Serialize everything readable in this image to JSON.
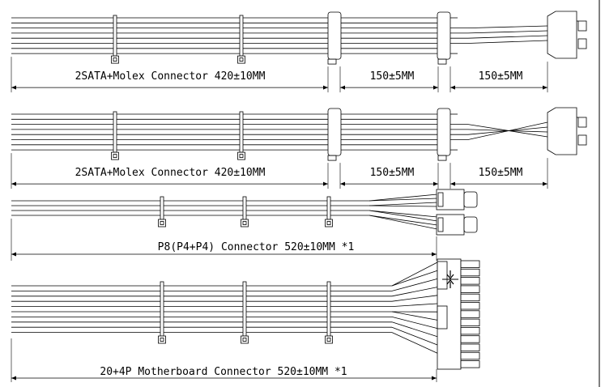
{
  "labels": {
    "sata1_main": "2SATA+Molex Connector 420±10MM",
    "sata1_seg2": "150±5MM",
    "sata1_seg3": "150±5MM",
    "sata2_main": "2SATA+Molex Connector 420±10MM",
    "sata2_seg2": "150±5MM",
    "sata2_seg3": "150±5MM",
    "p8_main": "P8(P4+P4) Connector 520±10MM *1",
    "mb_main": "20+4P Motherboard Connector 520±10MM *1"
  },
  "colors": {
    "line": "#000000",
    "background": "#ffffff"
  }
}
